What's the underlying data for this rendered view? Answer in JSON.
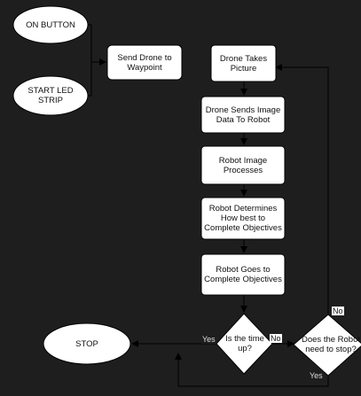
{
  "nodes": {
    "on_button": "ON BUTTON",
    "start_led": "START LED STRIP",
    "send_drone": "Send Drone to Waypoint",
    "drone_picture": "Drone Takes Picture",
    "drone_sends": "Drone Sends Image Data To Robot",
    "robot_image": "Robot Image Processes",
    "robot_determines": "Robot Determines How best to Complete Objectives",
    "robot_goes": "Robot Goes to Complete Objectives",
    "time_up": "Is the time up?",
    "robot_stop": "Does the Robot need to stop?",
    "stop": "STOP"
  },
  "edge_labels": {
    "yes_stop": "Yes",
    "no_time": "No",
    "no_top": "No",
    "yes_bottom": "Yes"
  },
  "colors": {
    "background": "#1e1e1e",
    "shape_fill": "#ffffff",
    "line": "#000000"
  }
}
